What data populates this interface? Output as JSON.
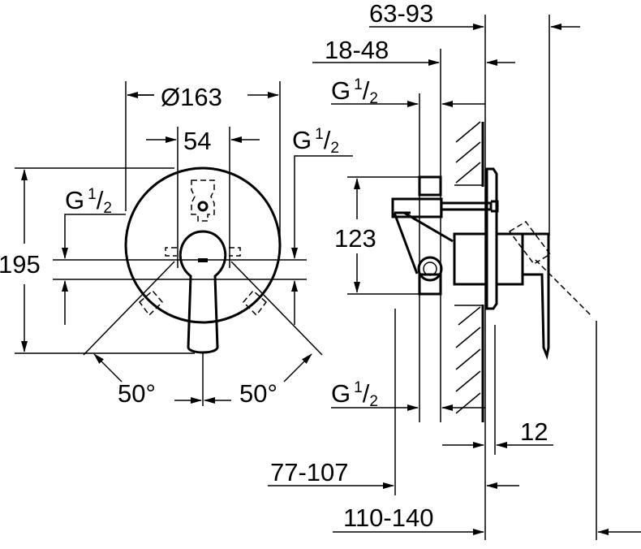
{
  "title": "Concealed single-lever mixer dimension drawing",
  "front_view": {
    "diameter": "Ø163",
    "spacing": "54",
    "height": "195",
    "thread_left": {
      "main": "G",
      "num": "1",
      "den": "2"
    },
    "thread_right": {
      "main": "G",
      "num": "1",
      "den": "2"
    },
    "angle_left": "50°",
    "angle_right": "50°"
  },
  "side_view": {
    "depth_total": "63-93",
    "depth_body": "18-48",
    "thread_top": {
      "main": "G",
      "num": "1",
      "den": "2"
    },
    "thread_bottom": {
      "main": "G",
      "num": "1",
      "den": "2"
    },
    "height_body": "123",
    "plate": "12",
    "depth_a": "77-107",
    "depth_b": "110-140"
  }
}
